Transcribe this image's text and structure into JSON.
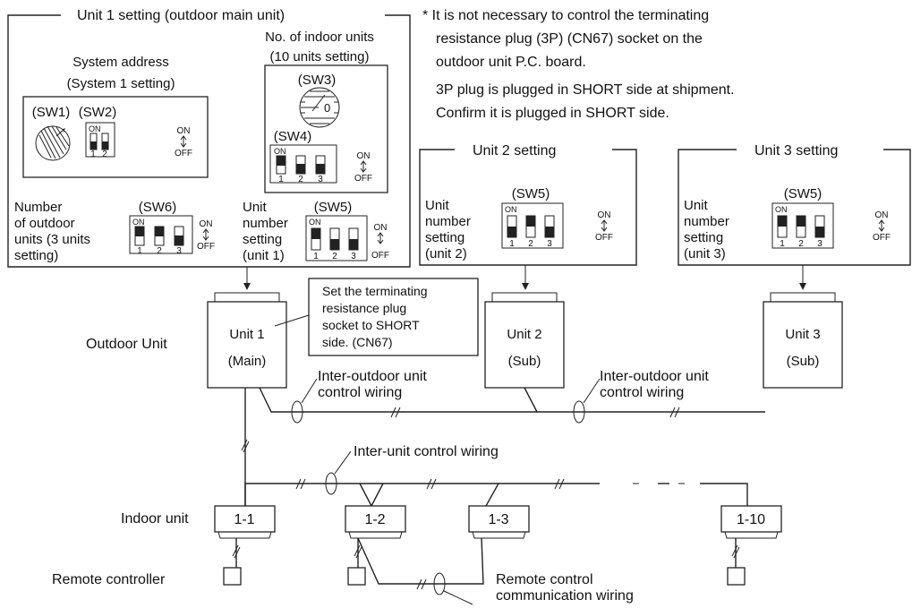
{
  "unit1": {
    "title": "Unit 1 setting (outdoor main unit)",
    "system_address": "System address",
    "system_setting": "(System 1 setting)",
    "sw1": "(SW1)",
    "sw2": "(SW2)",
    "indoor_count": "No. of indoor units",
    "indoor_setting": "(10 units setting)",
    "sw3": "(SW3)",
    "sw3_dial": "0",
    "sw4": "(SW4)",
    "outdoor_count_l1": "Number",
    "outdoor_count_l2": "of outdoor",
    "outdoor_count_l3": "units (3 units",
    "outdoor_count_l4": "setting)",
    "sw6": "(SW6)",
    "unit_number_l1": "Unit",
    "unit_number_l2": "number",
    "unit_number_l3": "setting",
    "unit_number_l4": "(unit 1)",
    "sw5": "(SW5)"
  },
  "switch": {
    "on": "ON",
    "off": "OFF",
    "n1": "1",
    "n2": "2",
    "n3": "3"
  },
  "note": {
    "line1": "* It is not necessary to control the terminating",
    "line2": "resistance plug (3P) (CN67) socket on the",
    "line3": "outdoor unit P.C. board.",
    "line4": "3P plug is plugged in SHORT side at shipment.",
    "line5": "Confirm it is plugged in SHORT side."
  },
  "unit2": {
    "title": "Unit 2 setting",
    "sw5": "(SW5)",
    "l1": "Unit",
    "l2": "number",
    "l3": "setting",
    "l4": "(unit 2)"
  },
  "unit3": {
    "title": "Unit 3 setting",
    "sw5": "(SW5)",
    "l1": "Unit",
    "l2": "number",
    "l3": "setting",
    "l4": "(unit 3)"
  },
  "terminating_note": {
    "l1": "Set the terminating",
    "l2": "resistance plug",
    "l3": "socket to SHORT",
    "l4": "side. (CN67)"
  },
  "outdoor_unit_label": "Outdoor Unit",
  "outdoor_units": [
    {
      "name": "Unit 1",
      "role": "(Main)"
    },
    {
      "name": "Unit 2",
      "role": "(Sub)"
    },
    {
      "name": "Unit 3",
      "role": "(Sub)"
    }
  ],
  "wiring": {
    "inter_outdoor_l1": "Inter-outdoor unit",
    "inter_outdoor_l2": "control wiring",
    "inter_unit": "Inter-unit control wiring",
    "remote_comm_l1": "Remote control",
    "remote_comm_l2": "communication wiring"
  },
  "indoor_unit_label": "Indoor unit",
  "indoor_units": [
    "1-1",
    "1-2",
    "1-3",
    "1-10"
  ],
  "remote_controller_label": "Remote controller"
}
